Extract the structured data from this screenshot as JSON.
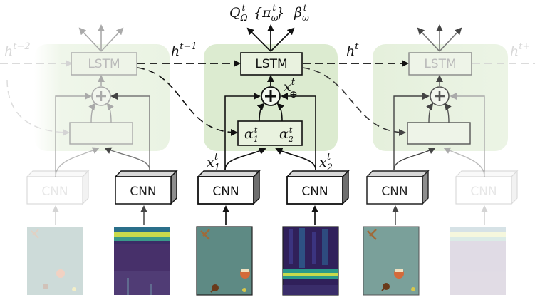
{
  "labels": {
    "q_omega": "Q",
    "q_omega_sub": "Ω",
    "q_omega_sup": "t",
    "pi_omega": "{π",
    "pi_omega_sub": "ω",
    "pi_omega_sup": "t",
    "pi_close": "}",
    "beta_omega": "β",
    "beta_omega_sub": "ω",
    "beta_omega_sup": "t",
    "h_prev": "h",
    "h_prev_sup": "t−1",
    "h_curr": "h",
    "h_curr_sup": "t",
    "h_prev2": "h",
    "h_prev2_sup": "t−2",
    "h_next": "h",
    "h_next_sup": "t+",
    "x_oplus": "x",
    "x_oplus_sup": "t",
    "x_oplus_sub": "⊕",
    "x1": "x",
    "x1_sup": "t",
    "x1_sub": "1",
    "x2": "x",
    "x2_sup": "t",
    "x2_sub": "2",
    "alpha1": "α",
    "alpha1_sup": "t",
    "alpha1_sub": "1",
    "alpha2": "α",
    "alpha2_sup": "t",
    "alpha2_sub": "2"
  },
  "blocks": {
    "lstm": "LSTM",
    "cnn": "CNN"
  },
  "colors": {
    "panel_green": "#dcebd0",
    "panel_green_faint": "#edf5e7",
    "box_fill": "#e9f2df",
    "teal_frame": "#5a8a80",
    "spectrogram": "#40275e",
    "spectrogram_band": "#c7d84a"
  }
}
